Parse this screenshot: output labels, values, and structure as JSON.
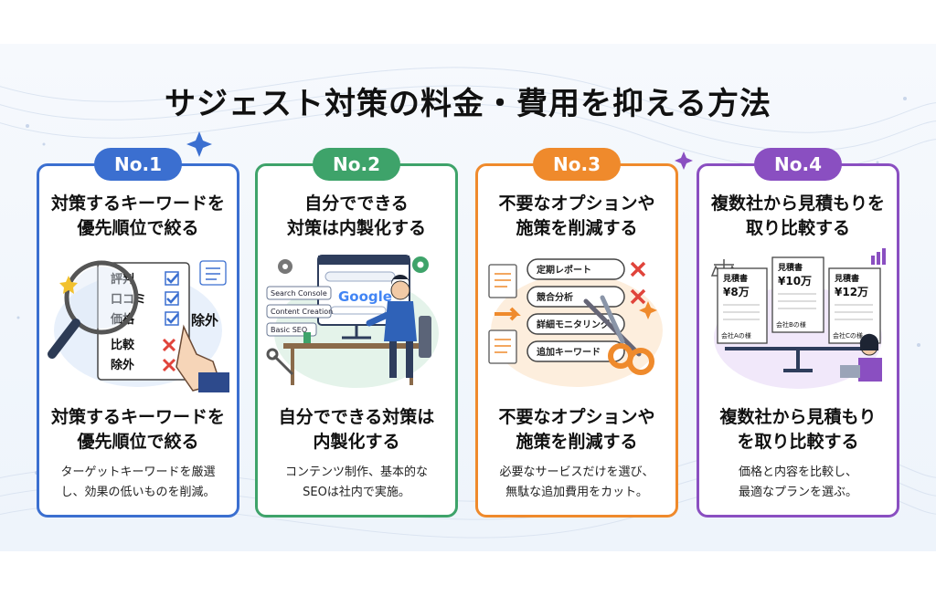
{
  "title": "サジェスト対策の料金・費用を抑える方法",
  "colors": {
    "blue": "#3b6fd0",
    "green": "#3ea36a",
    "orange": "#ef8a2c",
    "purple": "#8a4fc1"
  },
  "cards": [
    {
      "badge": "No.1",
      "title_lines": [
        "対策するキーワードを",
        "優先順位で絞る"
      ],
      "illus": {
        "items": [
          "評判",
          "口コミ",
          "価格",
          "比較",
          "除外"
        ],
        "callout": "除外"
      },
      "subtitle_lines": [
        "対策するキーワードを",
        "優先順位で絞る"
      ],
      "desc_lines": [
        "ターゲットキーワードを厳選",
        "し、効果の低いものを削減。"
      ]
    },
    {
      "badge": "No.2",
      "title_lines": [
        "自分でできる",
        "対策は内製化する"
      ],
      "illus": {
        "tags": [
          "Search Console",
          "Content Creation",
          "Basic SEO"
        ],
        "logo": "Google"
      },
      "subtitle_lines": [
        "自分でできる対策は",
        "内製化する"
      ],
      "desc_lines": [
        "コンテンツ制作、基本的な",
        "SEOは社内で実施。"
      ]
    },
    {
      "badge": "No.3",
      "title_lines": [
        "不要なオプションや",
        "施策を削減する"
      ],
      "illus": {
        "items": [
          "定期レポート",
          "競合分析",
          "詳細モニタリング",
          "追加キーワード"
        ]
      },
      "subtitle_lines": [
        "不要なオプションや",
        "施策を削減する"
      ],
      "desc_lines": [
        "必要なサービスだけを選び、",
        "無駄な追加費用をカット。"
      ]
    },
    {
      "badge": "No.4",
      "title_lines": [
        "複数社から見積もりを",
        "取り比較する"
      ],
      "illus": {
        "quotes": [
          {
            "head": "見積書",
            "price": "¥8万",
            "company": "会社Aの様"
          },
          {
            "head": "見積書",
            "price": "¥10万",
            "company": "会社Bの様"
          },
          {
            "head": "見積書",
            "price": "¥12万",
            "company": "会社Cの様"
          }
        ]
      },
      "subtitle_lines": [
        "複数社から見積もり",
        "を取り比較する"
      ],
      "desc_lines": [
        "価格と内容を比較し、",
        "最適なプランを選ぶ。"
      ]
    }
  ]
}
